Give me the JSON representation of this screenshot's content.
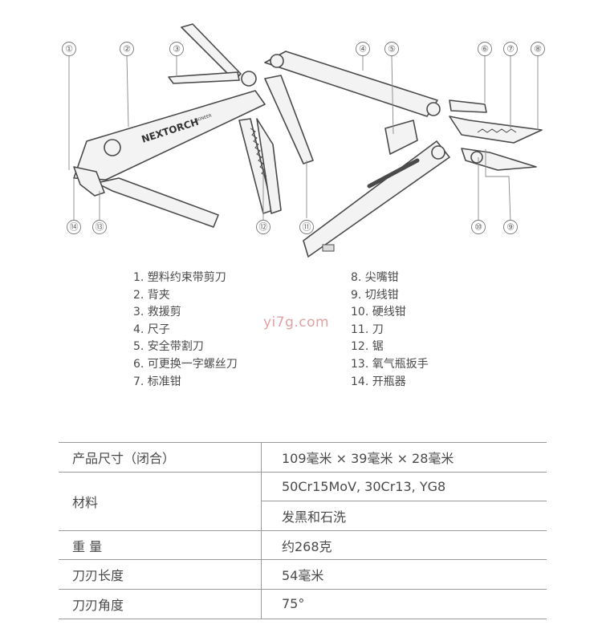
{
  "diagram": {
    "brand": "NEXTORCH",
    "model": "PIONEER",
    "callouts": [
      "①",
      "②",
      "③",
      "④",
      "⑤",
      "⑥",
      "⑦",
      "⑧",
      "⑨",
      "⑩",
      "⑪",
      "⑫",
      "⑬",
      "⑭"
    ]
  },
  "legend": {
    "left": [
      "1. 塑料约束带剪刀",
      "2. 背夹",
      "3. 救援剪",
      "4. 尺子",
      "5. 安全带割刀",
      "6. 可更换一字螺丝刀",
      "7. 标准钳"
    ],
    "right": [
      "8. 尖嘴钳",
      "9. 切线钳",
      "10. 硬线钳",
      "11. 刀",
      "12. 锯",
      "13. 氧气瓶扳手",
      "14. 开瓶器"
    ]
  },
  "watermark": "yi7g.com",
  "specs": [
    {
      "key": "产品尺寸（闭合）",
      "values": [
        "109毫米 × 39毫米 × 28毫米"
      ]
    },
    {
      "key": "材料",
      "values": [
        "50Cr15MoV, 30Cr13, YG8",
        "发黑和石洗"
      ]
    },
    {
      "key": "重 量",
      "values": [
        "约268克"
      ]
    },
    {
      "key": "刀刃长度",
      "values": [
        "54毫米"
      ]
    },
    {
      "key": "刀刃角度",
      "values": [
        "75°"
      ]
    }
  ]
}
